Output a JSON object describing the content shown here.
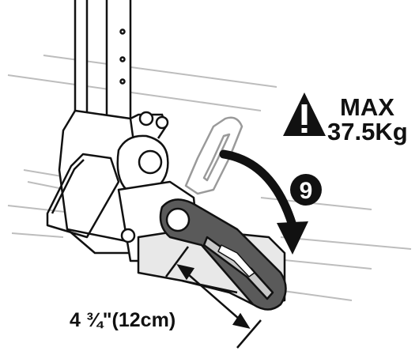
{
  "warning": {
    "line1": "MAX",
    "line2": "37.5Kg",
    "icon": "warning-triangle-icon"
  },
  "step": {
    "number": "9"
  },
  "dimension": {
    "label": "4 ¾\"(12cm)"
  },
  "colors": {
    "line": "#111111",
    "ghost": "#9a9a9a",
    "handle_dark": "#5a5a5a",
    "handle_light": "#c8c8c8",
    "rail": "#bdbdbd",
    "step_fill": "#111111",
    "step_text": "#ffffff"
  }
}
